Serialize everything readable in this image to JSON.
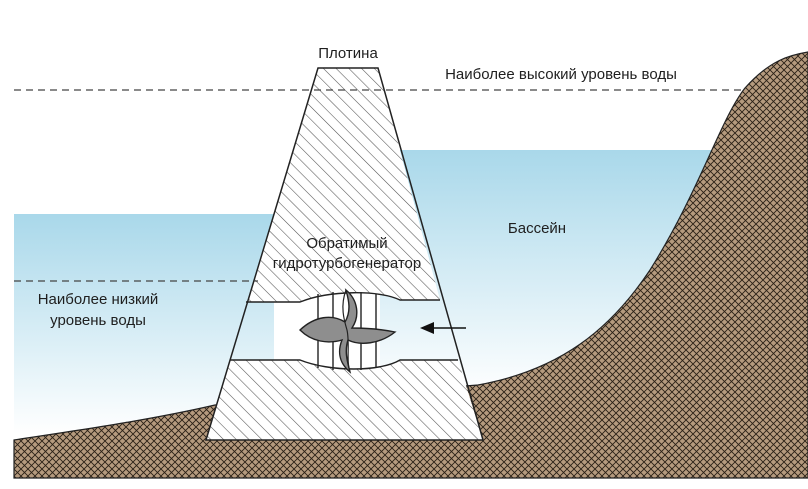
{
  "labels": {
    "dam": "Плотина",
    "highest_level": "Наиболее высокий уровень воды",
    "reservoir": "Бассейн",
    "turbine_line1": "Обратимый",
    "turbine_line2": "гидротурбогенератор",
    "lowest_level_line1": "Наиболее низкий",
    "lowest_level_line2": "уровень воды"
  },
  "colors": {
    "water_top": "#a9d8ea",
    "water_bottom": "#ffffff",
    "ground": "#b59a7e",
    "hatch": "#5a5a5a",
    "line": "#222222",
    "runner": "#8e8e8e"
  }
}
